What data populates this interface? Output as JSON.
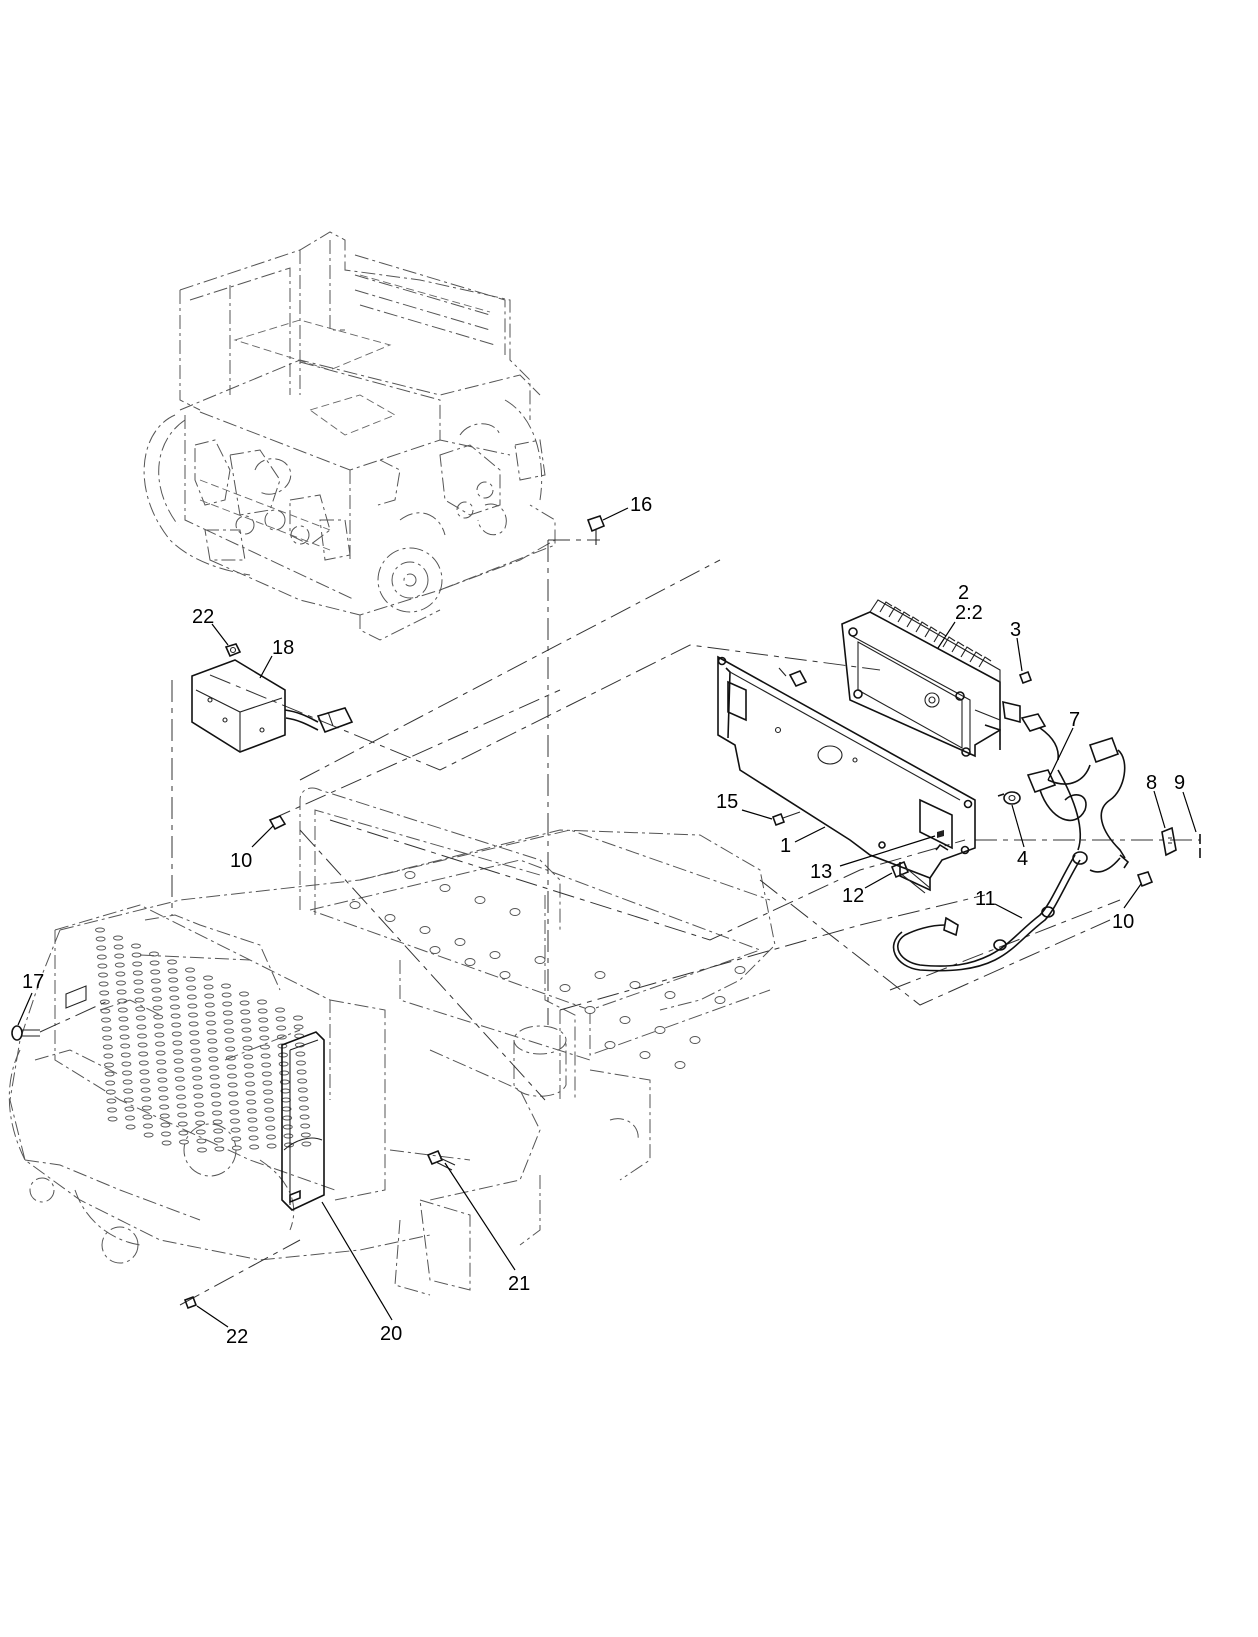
{
  "diagram": {
    "type": "exploded-parts-diagram",
    "callouts": [
      {
        "id": "c16",
        "label": "16"
      },
      {
        "id": "c2",
        "label": "2"
      },
      {
        "id": "c2-2",
        "label": "2:2"
      },
      {
        "id": "c3",
        "label": "3"
      },
      {
        "id": "c22a",
        "label": "22"
      },
      {
        "id": "c18",
        "label": "18"
      },
      {
        "id": "c7",
        "label": "7"
      },
      {
        "id": "c8",
        "label": "8"
      },
      {
        "id": "c9",
        "label": "9"
      },
      {
        "id": "c15",
        "label": "15"
      },
      {
        "id": "c1",
        "label": "1"
      },
      {
        "id": "c4",
        "label": "4"
      },
      {
        "id": "c10a",
        "label": "10"
      },
      {
        "id": "c13",
        "label": "13"
      },
      {
        "id": "c12",
        "label": "12"
      },
      {
        "id": "c11",
        "label": "11"
      },
      {
        "id": "c10b",
        "label": "10"
      },
      {
        "id": "c17",
        "label": "17"
      },
      {
        "id": "c21",
        "label": "21"
      },
      {
        "id": "c20",
        "label": "20"
      },
      {
        "id": "c22b",
        "label": "22"
      }
    ]
  }
}
